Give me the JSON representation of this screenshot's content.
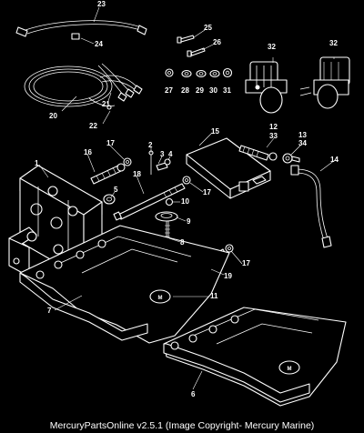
{
  "footer": "MercuryPartsOnline v2.5.1 (Image Copyright- Mercury Marine)",
  "callouts": {
    "c1": "1",
    "c2": "2",
    "c3": "3",
    "c4": "4",
    "c5": "5",
    "c6": "6",
    "c7": "7",
    "c8": "8",
    "c9": "9",
    "c10": "10",
    "c11": "11",
    "c12": "12",
    "c13": "13",
    "c14": "14",
    "c15": "15",
    "c16": "16",
    "c17a": "17",
    "c17b": "17",
    "c17c": "17",
    "c18": "18",
    "c19": "19",
    "c20": "20",
    "c21": "21",
    "c22": "22",
    "c23": "23",
    "c24": "24",
    "c25": "25",
    "c26": "26",
    "c27": "27",
    "c28": "28",
    "c29": "29",
    "c30": "30",
    "c31": "31",
    "c32a": "32",
    "c32b": "32",
    "c33": "33",
    "c34": "34"
  }
}
